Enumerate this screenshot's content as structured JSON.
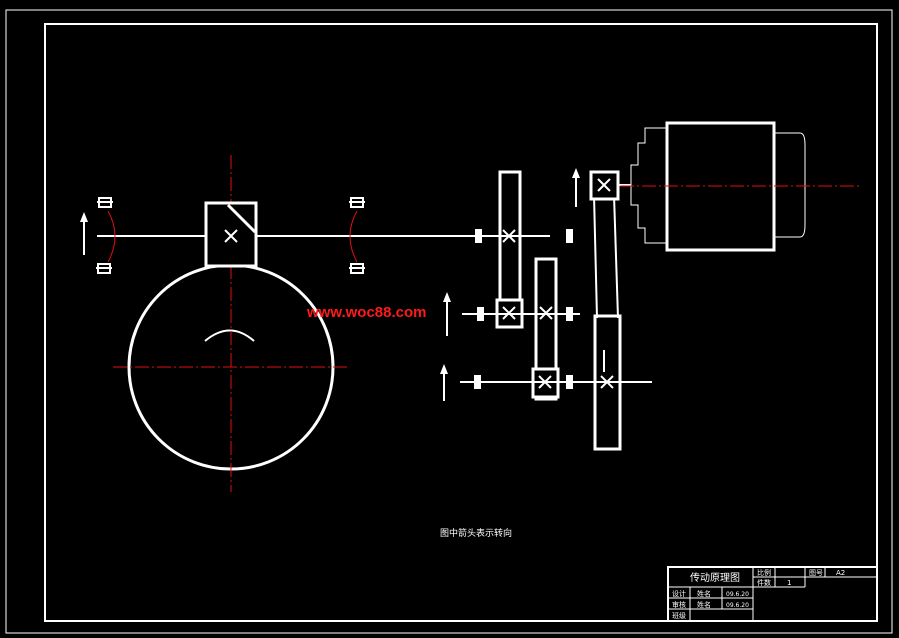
{
  "watermark": "www.woc88.com",
  "caption": "图中箭头表示转向",
  "title_block": {
    "drawing_title": "传动原理图",
    "r1_c1": "比例",
    "r1_c2": "图号",
    "r1_c3": "A2",
    "r2_c1": "件数",
    "r2_c2": "1",
    "r3_c1": "设计",
    "r3_c2": "姓名",
    "r3_c3": "09.6.20",
    "r4_c1": "审核",
    "r4_c2": "姓名",
    "r4_c3": "09.6.20",
    "r5_c1": "班级"
  },
  "colors": {
    "line": "#ffffff",
    "centerline": "#e01010",
    "watermark": "#ff1a1a",
    "background": "#000000"
  }
}
